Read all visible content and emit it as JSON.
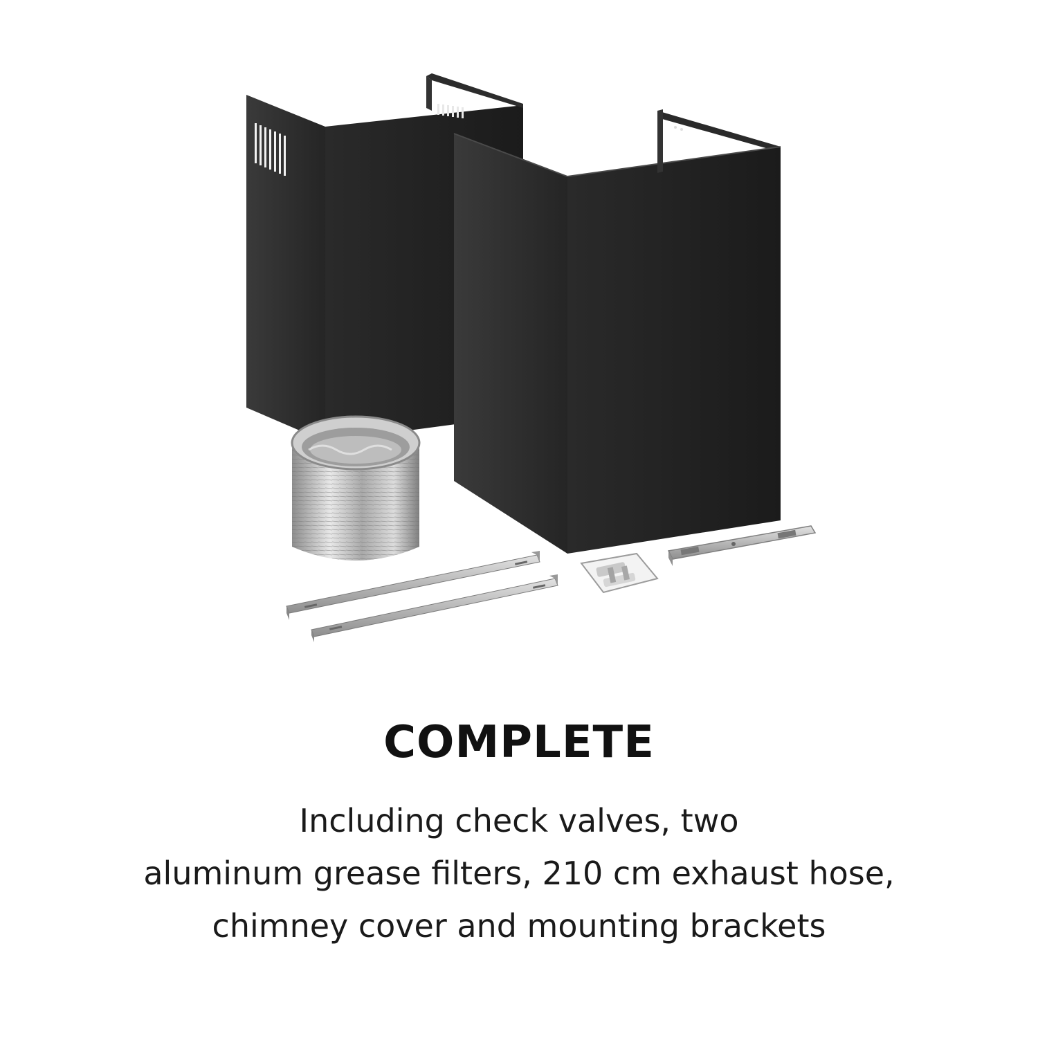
{
  "headline": "COMPLETE",
  "description_lines": [
    "Including check valves, two",
    "aluminum grease filters, 210 cm exhaust hose,",
    "chimney cover and mounting brackets"
  ],
  "colors": {
    "background": "#ffffff",
    "chimney": "#1e1e1e",
    "metal": "#b8b8b8",
    "text": "#111111"
  }
}
